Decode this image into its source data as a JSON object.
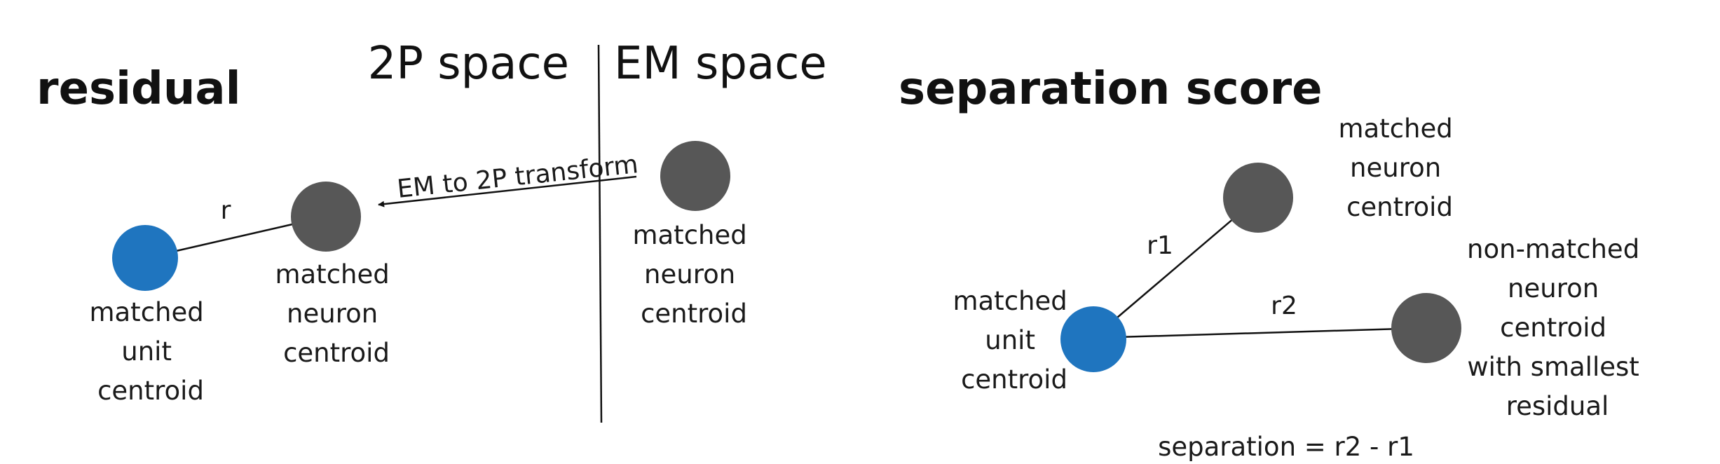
{
  "colors": {
    "matched_unit": "#1f75bf",
    "neuron": "#575757",
    "line": "#111111"
  },
  "left_panel": {
    "title": "residual",
    "space_2p": "2P space",
    "space_em": "EM space",
    "transform_label": "EM to 2P transform",
    "r_label": "r",
    "unit_label": [
      "matched",
      "unit",
      "centroid"
    ],
    "neuron_2p_label": [
      "matched",
      "neuron",
      "centroid"
    ],
    "neuron_em_label": [
      "matched",
      "neuron",
      "centroid"
    ]
  },
  "right_panel": {
    "title": "separation score",
    "r1_label": "r1",
    "r2_label": "r2",
    "unit_label": [
      "matched",
      "unit",
      "centroid"
    ],
    "matched_neuron_label": [
      "matched",
      "neuron",
      "centroid"
    ],
    "nonmatched_neuron_label": [
      "non-matched",
      "neuron",
      "centroid",
      "with smallest",
      "residual"
    ],
    "formula": "separation = r2 - r1"
  }
}
